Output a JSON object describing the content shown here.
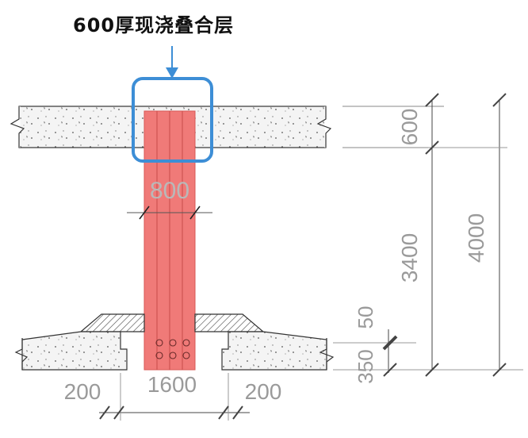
{
  "title": "600厚现浇叠合层",
  "colors": {
    "highlight_box": "#3d8ed6",
    "column_fill": "#f07a78",
    "slab_fill": "#f3f3f3",
    "line": "#333333",
    "dim_text": "#9a9a9a"
  },
  "dimensions": {
    "slab_thickness": "600",
    "column_width": "800",
    "clear_height": "3400",
    "total_height": "4000",
    "haunch_height": "50",
    "base_thickness": "350",
    "left_offset": "200",
    "base_width": "1600",
    "right_offset": "200"
  },
  "icons": {
    "pointer": "arrow-down-icon"
  }
}
